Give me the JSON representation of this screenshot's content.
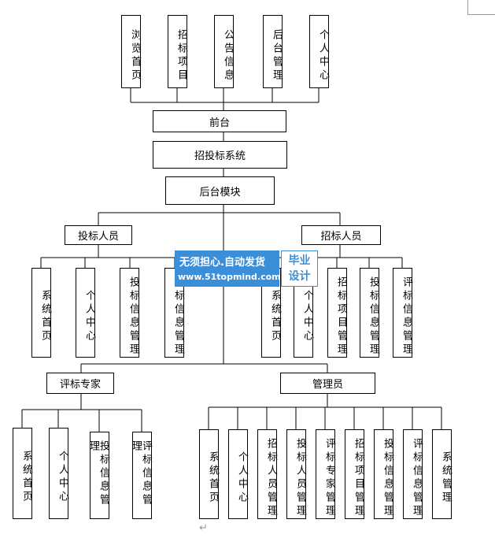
{
  "frontend": {
    "modules": [
      "浏览首页",
      "招标项目",
      "公告信息",
      "后台管理",
      "个人中心"
    ],
    "label": "前台"
  },
  "system": {
    "label": "招投标系统"
  },
  "backend": {
    "label": "后台模块"
  },
  "bidder": {
    "label": "投标人员",
    "modules": [
      "系统首页",
      "个人中心",
      "投标信息管理",
      "评标信息管理"
    ]
  },
  "tenderer": {
    "label": "招标人员",
    "modules": [
      "系统首页",
      "个人中心",
      "招标项目管理",
      "投标信息管理",
      "评标信息管理"
    ]
  },
  "expert": {
    "label": "评标专家",
    "modules": [
      "系统首页",
      "个人中心",
      "投标信息管理",
      "评标信息管理"
    ]
  },
  "admin": {
    "label": "管理员",
    "modules": [
      "系统首页",
      "个人中心",
      "招标人员管理",
      "投标人员管理",
      "评标专家管理",
      "招标项目管理",
      "投标信息管理",
      "评标信息管理",
      "系统管理"
    ]
  },
  "watermark": {
    "line1": "无须担心.自动发货",
    "line2": "www.51topmind.com",
    "badge1": "毕业",
    "badge2": "设计"
  },
  "paragraph_mark": "↵"
}
